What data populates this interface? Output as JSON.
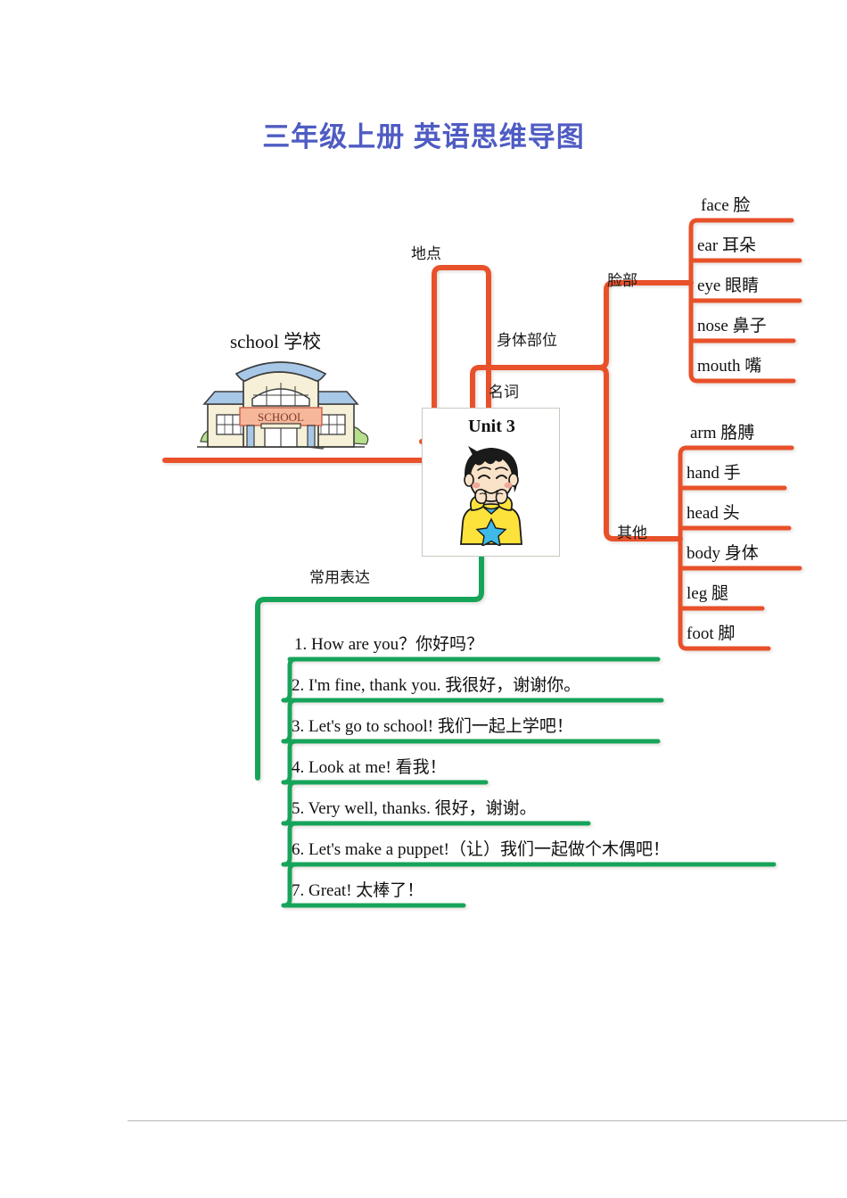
{
  "page": {
    "title": "三年级上册 英语思维导图",
    "title_color": "#4f5cc3",
    "background": "#ffffff",
    "branch_color_orange": "#e8512a",
    "branch_color_green": "#18a45a",
    "footer_rule_color": "#b4b4b4"
  },
  "center": {
    "label": "Unit 3",
    "art_name": "cartoon-boy-touching-face"
  },
  "branches": {
    "place": {
      "label": "地点",
      "leaf": {
        "label": "school 学校",
        "art_name": "school-building-illustration"
      }
    },
    "noun": {
      "label": "名词"
    },
    "body_parts": {
      "label": "身体部位",
      "groups": [
        {
          "label": "脸部",
          "items": [
            "face 脸",
            "ear 耳朵",
            "eye 眼睛",
            "nose 鼻子",
            "mouth 嘴"
          ]
        },
        {
          "label": "其他",
          "items": [
            "arm 胳膊",
            "hand 手",
            "head 头",
            "body 身体",
            "leg 腿",
            "foot 脚"
          ]
        }
      ]
    },
    "expressions": {
      "label": "常用表达",
      "items": [
        "1. How are you？你好吗？",
        "2. I'm fine, thank you. 我很好，谢谢你。",
        "3. Let's go to school! 我们一起上学吧！",
        "4. Look at me! 看我！",
        "5. Very well, thanks. 很好，谢谢。",
        "6. Let's make a puppet!（让）我们一起做个木偶吧！",
        "7. Great! 太棒了！"
      ]
    }
  }
}
